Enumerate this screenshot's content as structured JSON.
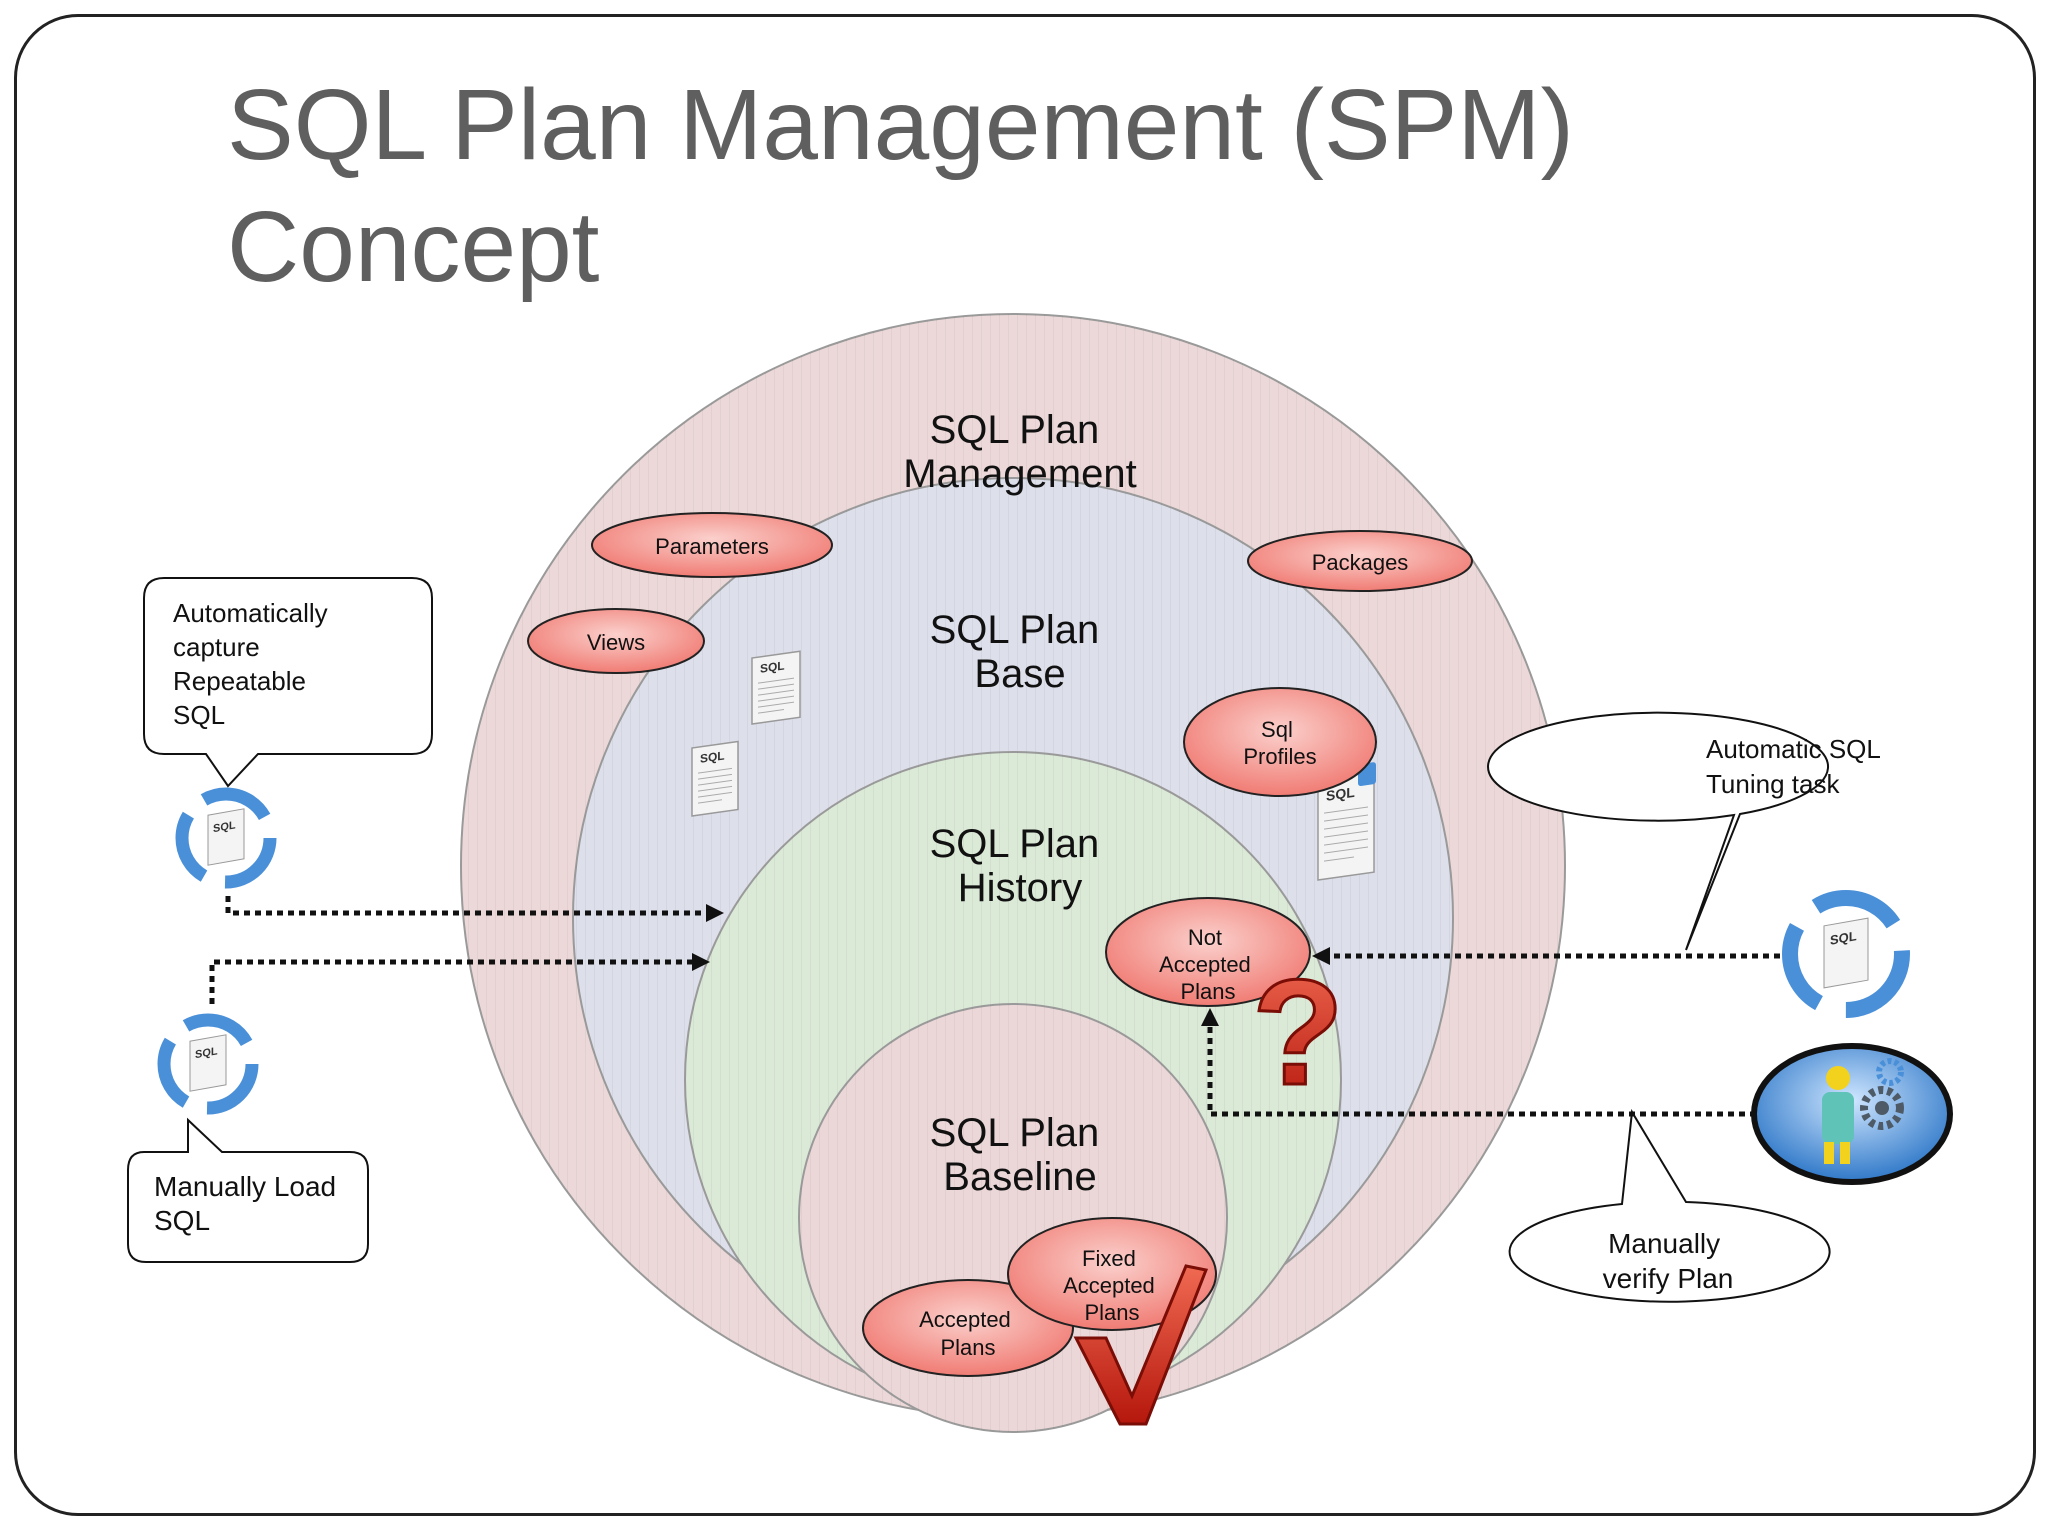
{
  "slide": {
    "title_line1": "SQL Plan Management (SPM)",
    "title_line2": "Concept"
  },
  "circles": {
    "management": [
      "SQL Plan",
      "Management"
    ],
    "base": [
      "SQL Plan",
      "Base"
    ],
    "history": [
      "SQL Plan",
      "History"
    ],
    "baseline": [
      "SQL Plan",
      "Baseline"
    ]
  },
  "ovals": {
    "parameters": [
      "Parameters"
    ],
    "views": [
      "Views"
    ],
    "packages": [
      "Packages"
    ],
    "sql_profiles": [
      "Sql",
      "Profiles"
    ],
    "not_accepted": [
      "Not",
      "Accepted",
      "Plans"
    ],
    "fixed_accepted": [
      "Fixed",
      "Accepted",
      "Plans"
    ],
    "accepted": [
      "Accepted",
      "Plans"
    ]
  },
  "callouts": {
    "auto_capture": [
      "Automatically",
      "capture",
      "Repeatable",
      "SQL"
    ],
    "manual_load": [
      "Manually Load",
      "SQL"
    ],
    "auto_tuning": [
      "Automatic SQL",
      "Tuning task"
    ],
    "manual_verify": [
      "Manually",
      "verify Plan"
    ]
  },
  "icons": {
    "sql_doc_label": "SQL",
    "question_mark": "?",
    "check_mark": "✓"
  },
  "colors": {
    "oval_fill": "#f48a84",
    "management_fill": "#ecd8d8",
    "base_fill": "#dddfeb",
    "history_fill": "#dbe9d7",
    "baseline_fill": "#ecd7d8",
    "title": "#5f5f5f",
    "icon_blue": "#4a90d9",
    "mark_red": "#d9341f"
  }
}
